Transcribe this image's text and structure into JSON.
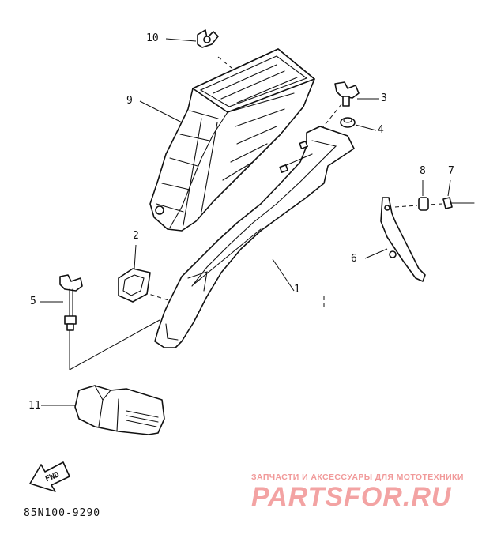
{
  "diagram": {
    "callouts": {
      "n1": "1",
      "n2": "2",
      "n3": "3",
      "n4": "4",
      "n5": "5",
      "n6": "6",
      "n7": "7",
      "n8": "8",
      "n9": "9",
      "n10": "10",
      "n11": "11"
    },
    "fwd_label": "FWD",
    "diagram_code": "85N100-9290"
  },
  "watermark": {
    "tagline": "ЗАПЧАСТИ И АКСЕССУАРЫ ДЛЯ МОТОТЕХНИКИ",
    "logo_main": "PARTSFOR",
    "logo_tld": ".RU",
    "color": "#f19a9a"
  }
}
